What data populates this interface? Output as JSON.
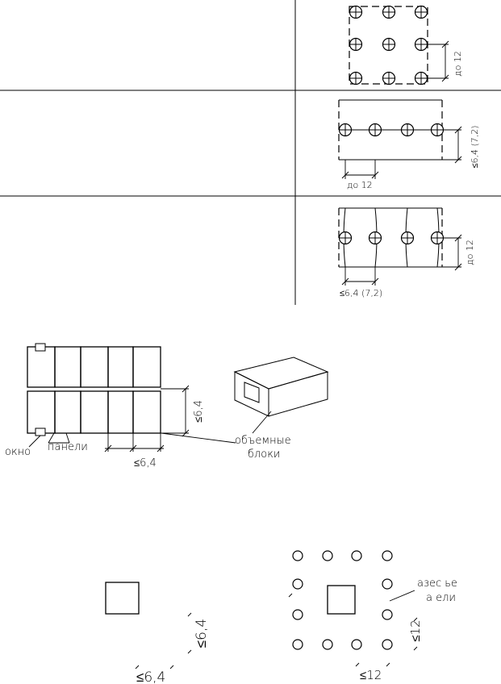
{
  "labels": {
    "do12": "до 12",
    "d64_72_vert": "≤6,4 (7,2)",
    "d64_72_horiz": "≤6,4 (7,2)",
    "okno": "окно",
    "paneli": "панели",
    "obemnye": "объемные",
    "bloki": "блоки",
    "d64": "≤6,4",
    "d12": "≤12",
    "k_line1": "азес ье",
    "k_line2": "а ели"
  }
}
